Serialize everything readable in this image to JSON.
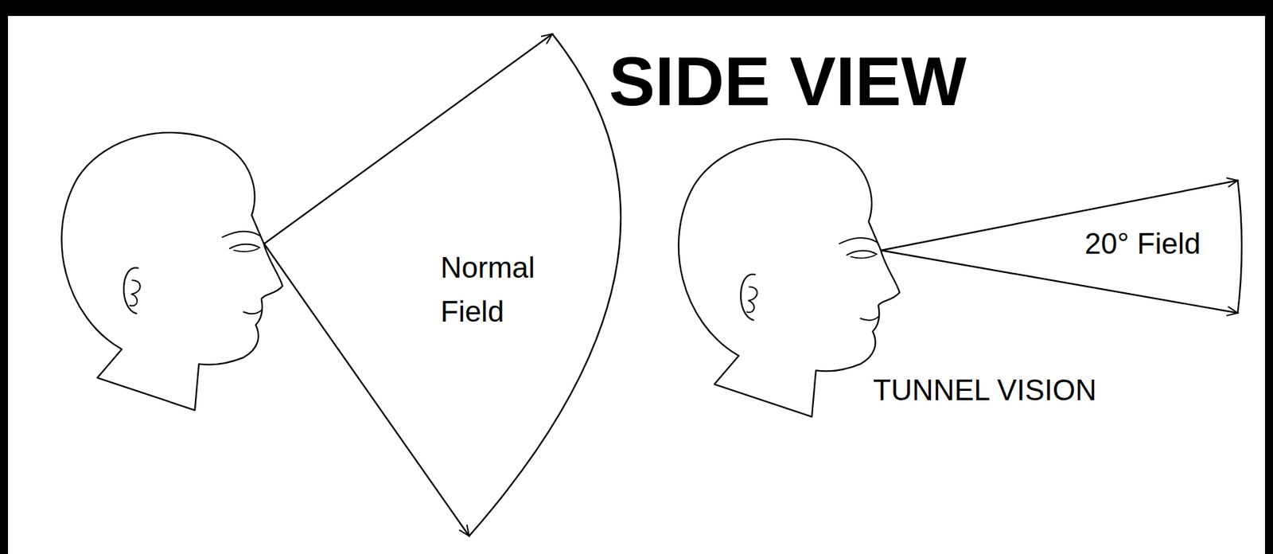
{
  "diagram": {
    "title": "SIDE VIEW",
    "labels": [
      "Normal Field",
      "20° Field",
      "TUNNEL VISION"
    ]
  }
}
